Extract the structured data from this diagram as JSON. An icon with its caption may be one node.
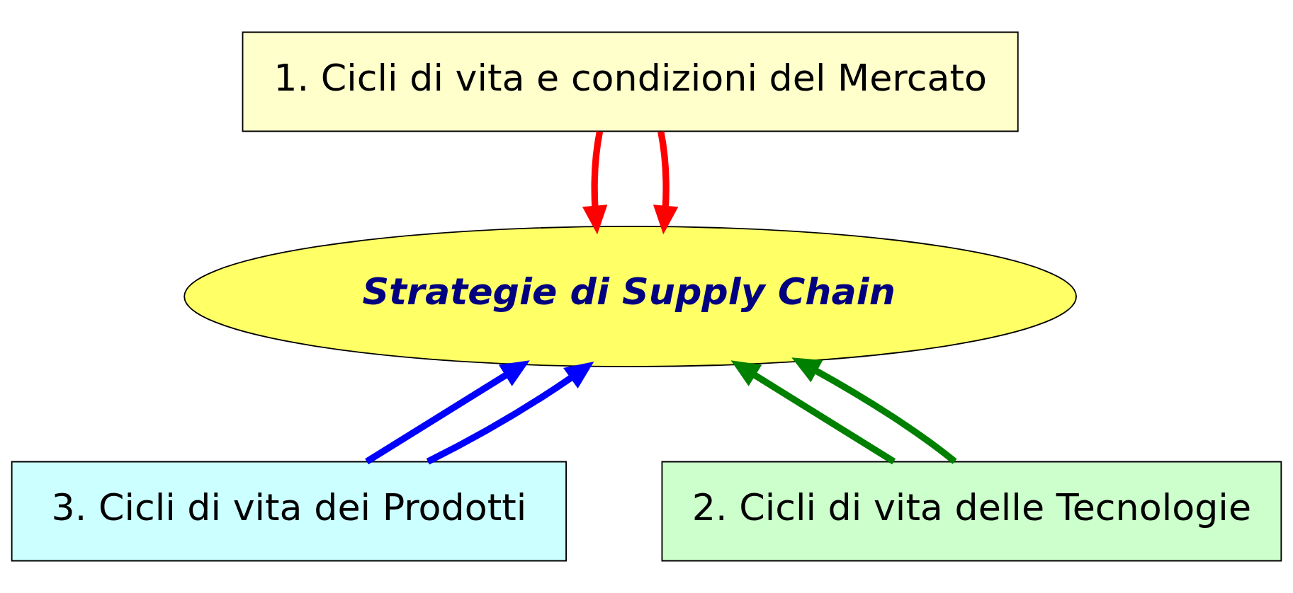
{
  "diagram": {
    "nodes": [
      {
        "text": [
          "1. Cicli di vita e condizioni del Mercato"
        ]
      },
      {
        "text": [
          "Strategie di Supply Chain"
        ]
      },
      {
        "text": [
          "3. Cicli di vita dei Prodotti"
        ]
      },
      {
        "text": [
          "2. Cicli di vita delle Tecnologie"
        ]
      }
    ],
    "edges": [
      {
        "from": 0,
        "to": 1,
        "arrow": "to",
        "color": "#ff0000"
      },
      {
        "from": 0,
        "to": 1,
        "arrow": "to",
        "color": "#ff0000"
      },
      {
        "from": 2,
        "to": 1,
        "arrow": "to",
        "color": "#0000ff"
      },
      {
        "from": 2,
        "to": 1,
        "arrow": "to",
        "color": "#0000ff"
      },
      {
        "from": 3,
        "to": 1,
        "arrow": "to",
        "color": "#008000"
      },
      {
        "from": 3,
        "to": 1,
        "arrow": "to",
        "color": "#008000"
      }
    ]
  }
}
